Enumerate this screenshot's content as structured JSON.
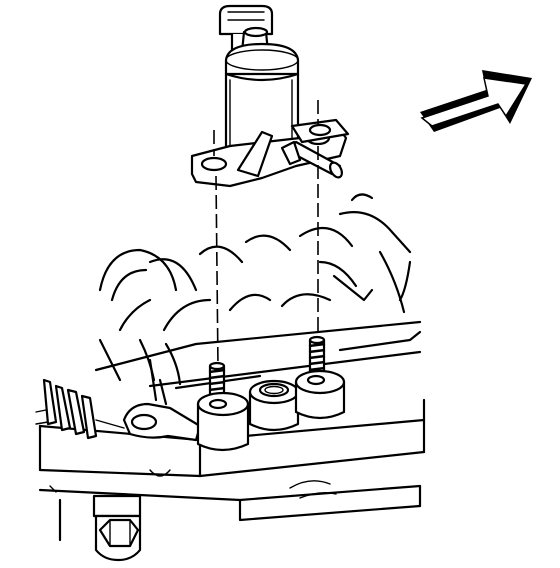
{
  "diagram": {
    "view": "exploded-assembly",
    "style": "monochrome-line-art",
    "colors": {
      "ink": "#000000",
      "paper": "#ffffff"
    },
    "parts": {
      "component": "solenoid-valve-assembly",
      "fasteners": 2,
      "mount_bosses": 3
    },
    "direction_indicator": "arrow-icon"
  }
}
